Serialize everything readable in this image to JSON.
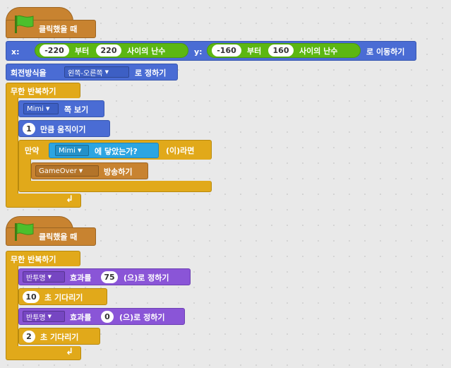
{
  "script1": {
    "hat_label": "클릭했을 때",
    "goto": {
      "x_label": "x:",
      "x_from": "-220",
      "x_mid": "부터",
      "x_to": "220",
      "x_random": "사이의 난수",
      "y_label": "y:",
      "y_from": "-160",
      "y_mid": "부터",
      "y_to": "160",
      "y_random": "사이의 난수",
      "suffix": "로 이동하기"
    },
    "rotation": {
      "prefix": "회전방식을",
      "value": "왼쪽-오른쪽",
      "suffix": "로 정하기"
    },
    "forever": "무한 반복하기",
    "point": {
      "value": "Mimi",
      "suffix": "쪽 보기"
    },
    "move": {
      "value": "1",
      "suffix": "만큼 움직이기"
    },
    "if": {
      "prefix": "만약",
      "sensing_value": "Mimi",
      "sensing_suffix": "에 닿았는가?",
      "then": "(이)라면",
      "broadcast_value": "GameOver",
      "broadcast_suffix": "방송하기"
    }
  },
  "script2": {
    "hat_label": "클릭했을 때",
    "forever": "무한 반복하기",
    "effect1": {
      "effect": "반투명",
      "mid": "효과를",
      "value": "75",
      "suffix": "(으)로 정하기"
    },
    "wait1": {
      "value": "10",
      "suffix": "초 기다리기"
    },
    "effect2": {
      "effect": "반투명",
      "mid": "효과를",
      "value": "0",
      "suffix": "(으)로 정하기"
    },
    "wait2": {
      "value": "2",
      "suffix": "초 기다리기"
    }
  },
  "colors": {
    "event": "#c88330",
    "motion": "#4a6cd4",
    "control": "#e1a91a",
    "sensing": "#2ca5e2",
    "looks": "#8a55d7",
    "operator": "#5cb712"
  }
}
